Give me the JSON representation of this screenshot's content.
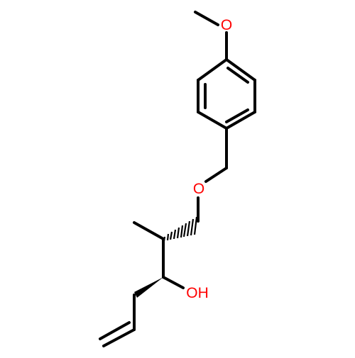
{
  "molecule": {
    "atom_labels": {
      "methoxy_oxygen": "O",
      "ether_oxygen": "O",
      "hydroxyl": "OH"
    },
    "colors": {
      "bond": "#000000",
      "heteroatom": "#ff0000",
      "background": "#ffffff"
    }
  }
}
